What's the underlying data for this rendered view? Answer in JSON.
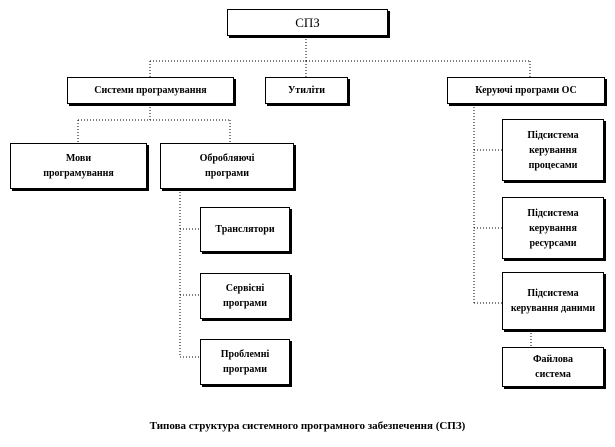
{
  "diagram": {
    "root": "СПЗ",
    "system_programming": "Системи програмування",
    "utilities": "Утиліти",
    "os_control": "Керуючі програми ОС",
    "languages": "Мови програмування",
    "processing": "Обробляючі програми",
    "translators": "Транслятори",
    "service": "Сервісні програми",
    "problem": "Проблемні програми",
    "proc_mgmt": "Підсистема керування процесами",
    "res_mgmt": "Підсистема керування ресурсами",
    "data_mgmt": "Підсистема керування даними",
    "file_system": "Файлова система"
  },
  "caption": "Типова структура системного програмного забезпечення (СПЗ)"
}
